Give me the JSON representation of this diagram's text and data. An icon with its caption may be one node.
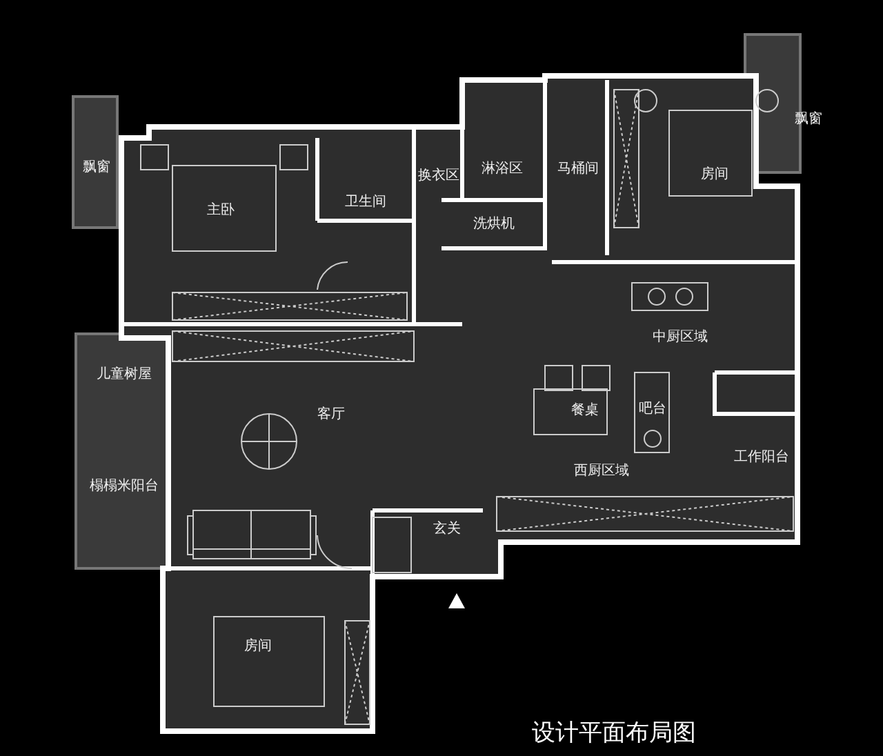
{
  "diagram": {
    "caption": "设计平面布局图",
    "labels": [
      "飘窗",
      "主卧",
      "卫生间",
      "换衣区",
      "淋浴区",
      "马桶间",
      "房间",
      "飘窗",
      "洗烘机",
      "中厨区域",
      "儿童树屋",
      "客厅",
      "餐桌",
      "吧台",
      "西厨区域",
      "工作阳台",
      "榻榻米阳台",
      "玄关",
      "房间"
    ]
  }
}
